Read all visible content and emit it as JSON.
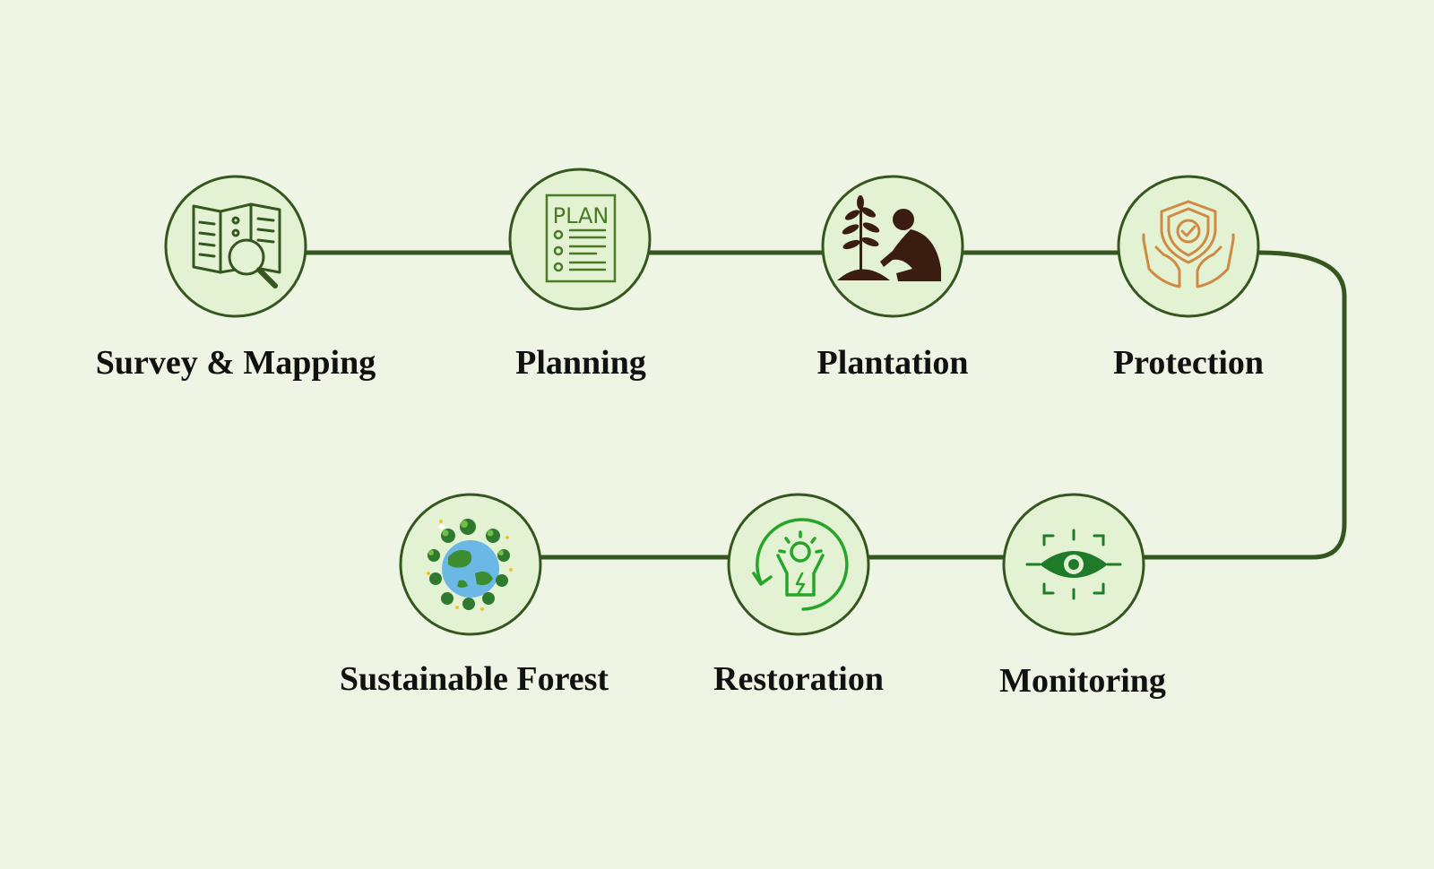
{
  "colors": {
    "background": "#eef5e4",
    "connector": "#35571f",
    "node_fill": "#e3f2d2",
    "node_stroke": "#35571f",
    "icon_green": "#4a7a24",
    "icon_brown": "#3a1d10",
    "icon_orange": "#cf8a44",
    "icon_bright_green": "#27a42a",
    "icon_dark_green": "#1f7a2a",
    "earth_blue": "#6bb7e6"
  },
  "steps": [
    {
      "id": "survey",
      "label": "Survey & Mapping",
      "icon": "map-magnifier-icon"
    },
    {
      "id": "planning",
      "label": "Planning",
      "icon_text": "PLAN",
      "icon": "plan-document-icon"
    },
    {
      "id": "plantation",
      "label": "Plantation",
      "icon": "person-planting-icon"
    },
    {
      "id": "protection",
      "label": "Protection",
      "icon": "shield-hands-icon"
    },
    {
      "id": "monitoring",
      "label": "Monitoring",
      "icon": "eye-focus-icon"
    },
    {
      "id": "restoration",
      "label": "Restoration",
      "icon": "restoration-person-icon"
    },
    {
      "id": "sustainable",
      "label": "Sustainable Forest",
      "icon": "earth-trees-icon"
    }
  ]
}
